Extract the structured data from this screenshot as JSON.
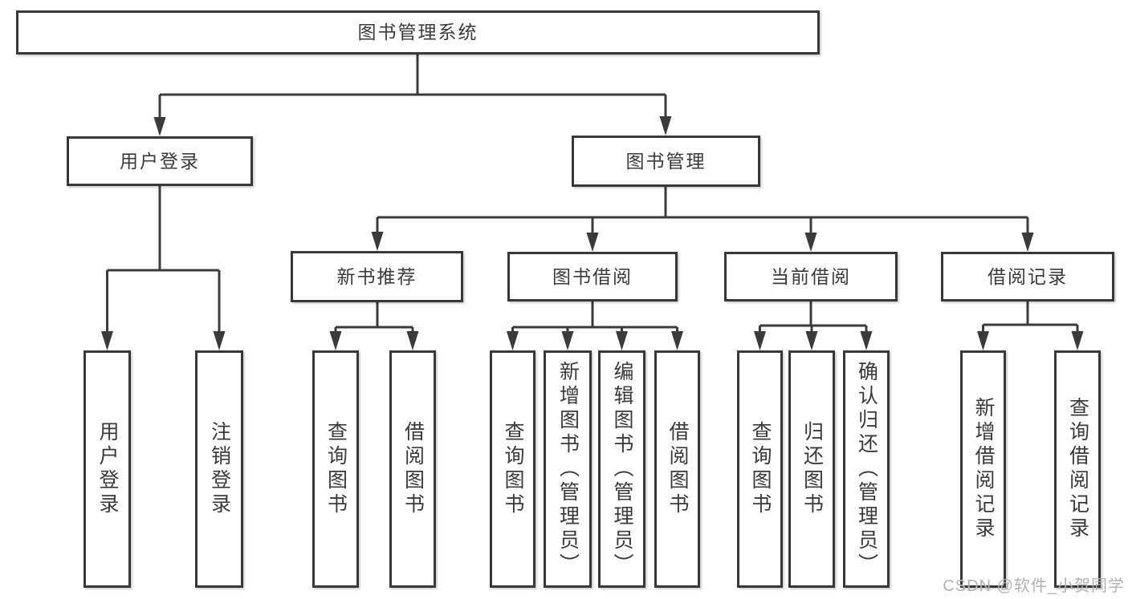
{
  "nodes": {
    "root": "图书管理系统",
    "user_login": "用户登录",
    "book_mgmt": "图书管理",
    "new_book_rec": "新书推荐",
    "book_borrow": "图书借阅",
    "current_borrow": "当前借阅",
    "borrow_record": "借阅记录",
    "leaf_user_login": "用户登录",
    "leaf_logout": "注销登录",
    "leaf_rec_query": "查询图书",
    "leaf_rec_borrow": "借阅图书",
    "leaf_bb_query": "查询图书",
    "leaf_bb_add": "新增图书（管理员）",
    "leaf_bb_edit": "编辑图书（管理员）",
    "leaf_bb_borrow": "借阅图书",
    "leaf_cb_query": "查询图书",
    "leaf_cb_return": "归还图书",
    "leaf_cb_confirm": "确认归还（管理员）",
    "leaf_br_add": "新增借阅记录",
    "leaf_br_query": "查询借阅记录"
  },
  "line_color": "#3b3b3b",
  "watermark": "CSDN @软件_小贺同学"
}
